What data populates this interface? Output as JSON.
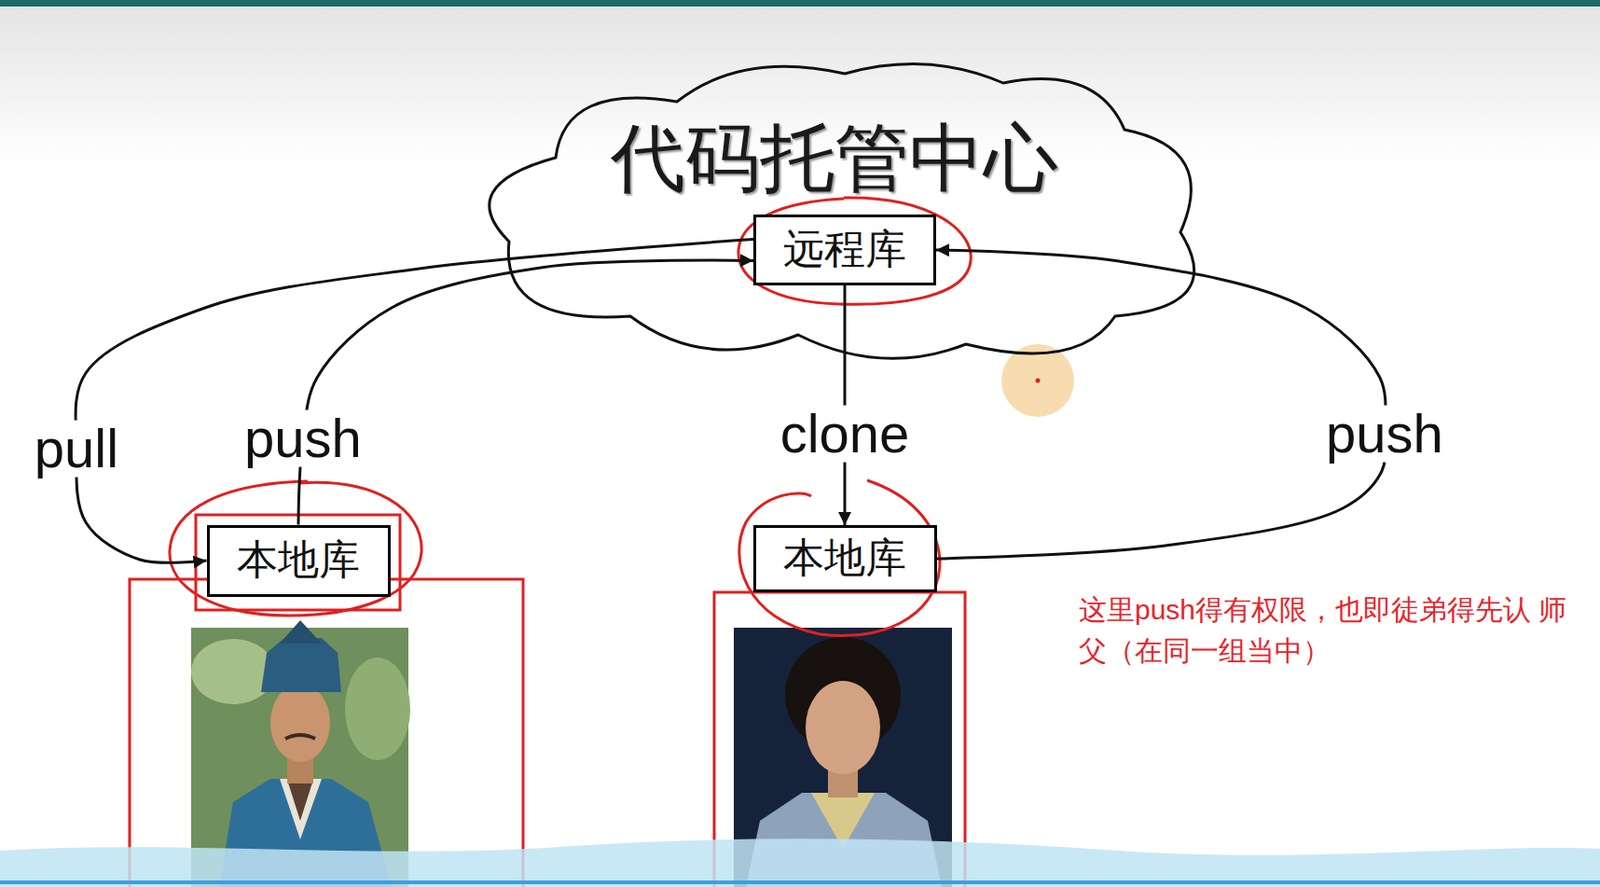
{
  "diagram": {
    "nodes": [
      {
        "text": [
          "代码托管中心"
        ]
      },
      {
        "text": [
          "远程库"
        ],
        "in": 0
      },
      {
        "text": [
          "本地库"
        ]
      },
      {
        "text": [
          "本地库"
        ]
      }
    ],
    "edges": [
      {
        "from": 1,
        "to": 2,
        "arrow": "to",
        "label": "pull"
      },
      {
        "from": 2,
        "to": 1,
        "arrow": "to",
        "label": "push"
      },
      {
        "from": 1,
        "to": 3,
        "arrow": "to",
        "label": "clone"
      },
      {
        "from": 3,
        "to": 1,
        "arrow": "to",
        "label": "push"
      }
    ],
    "labels": [
      "这里push得有权限，也即徒弟得先认 师父（在同一组当中）"
    ]
  }
}
